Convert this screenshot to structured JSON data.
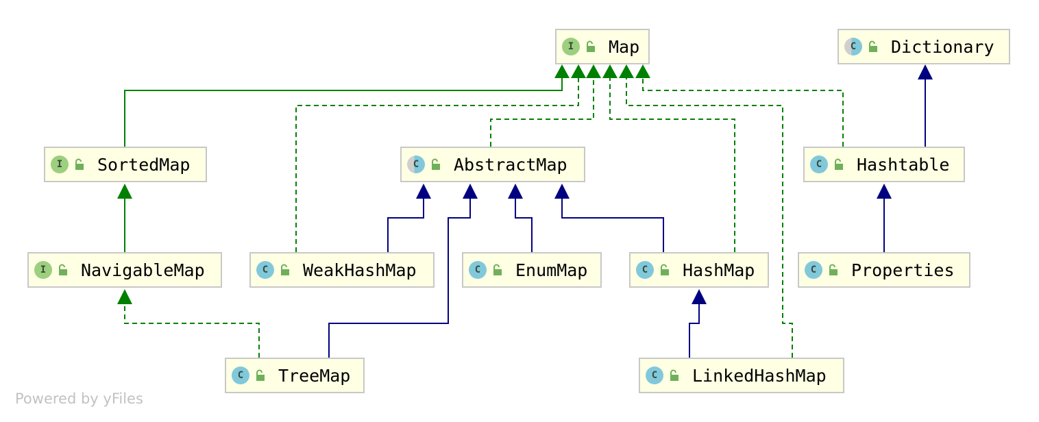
{
  "nodes": {
    "map": {
      "name": "Map",
      "kind": "interface",
      "kind_letter": "I"
    },
    "dictionary": {
      "name": "Dictionary",
      "kind": "abstract",
      "kind_letter": "C"
    },
    "sortedmap": {
      "name": "SortedMap",
      "kind": "interface",
      "kind_letter": "I"
    },
    "abstractmap": {
      "name": "AbstractMap",
      "kind": "abstract",
      "kind_letter": "C"
    },
    "hashtable": {
      "name": "Hashtable",
      "kind": "class",
      "kind_letter": "C"
    },
    "navigablemap": {
      "name": "NavigableMap",
      "kind": "interface",
      "kind_letter": "I"
    },
    "weakhashmap": {
      "name": "WeakHashMap",
      "kind": "class",
      "kind_letter": "C"
    },
    "enummap": {
      "name": "EnumMap",
      "kind": "class",
      "kind_letter": "C"
    },
    "hashmap": {
      "name": "HashMap",
      "kind": "class",
      "kind_letter": "C"
    },
    "properties": {
      "name": "Properties",
      "kind": "class",
      "kind_letter": "C"
    },
    "treemap": {
      "name": "TreeMap",
      "kind": "class",
      "kind_letter": "C"
    },
    "linkedhashmap": {
      "name": "LinkedHashMap",
      "kind": "class",
      "kind_letter": "C"
    }
  },
  "relations": [
    {
      "from": "SortedMap",
      "to": "Map",
      "type": "extends"
    },
    {
      "from": "WeakHashMap",
      "to": "Map",
      "type": "implements"
    },
    {
      "from": "AbstractMap",
      "to": "Map",
      "type": "implements"
    },
    {
      "from": "HashMap",
      "to": "Map",
      "type": "implements"
    },
    {
      "from": "LinkedHashMap",
      "to": "Map",
      "type": "implements"
    },
    {
      "from": "Hashtable",
      "to": "Map",
      "type": "implements"
    },
    {
      "from": "Hashtable",
      "to": "Dictionary",
      "type": "extends"
    },
    {
      "from": "NavigableMap",
      "to": "SortedMap",
      "type": "extends"
    },
    {
      "from": "TreeMap",
      "to": "NavigableMap",
      "type": "implements"
    },
    {
      "from": "WeakHashMap",
      "to": "AbstractMap",
      "type": "extends"
    },
    {
      "from": "TreeMap",
      "to": "AbstractMap",
      "type": "extends"
    },
    {
      "from": "EnumMap",
      "to": "AbstractMap",
      "type": "extends"
    },
    {
      "from": "HashMap",
      "to": "AbstractMap",
      "type": "extends"
    },
    {
      "from": "Properties",
      "to": "Hashtable",
      "type": "extends"
    },
    {
      "from": "LinkedHashMap",
      "to": "HashMap",
      "type": "extends"
    }
  ],
  "colors": {
    "interface_edge": "#008000",
    "class_edge": "#000080",
    "node_fill": "#ffffe4",
    "node_border": "#c8c8c8"
  },
  "footer": "Powered by yFiles"
}
